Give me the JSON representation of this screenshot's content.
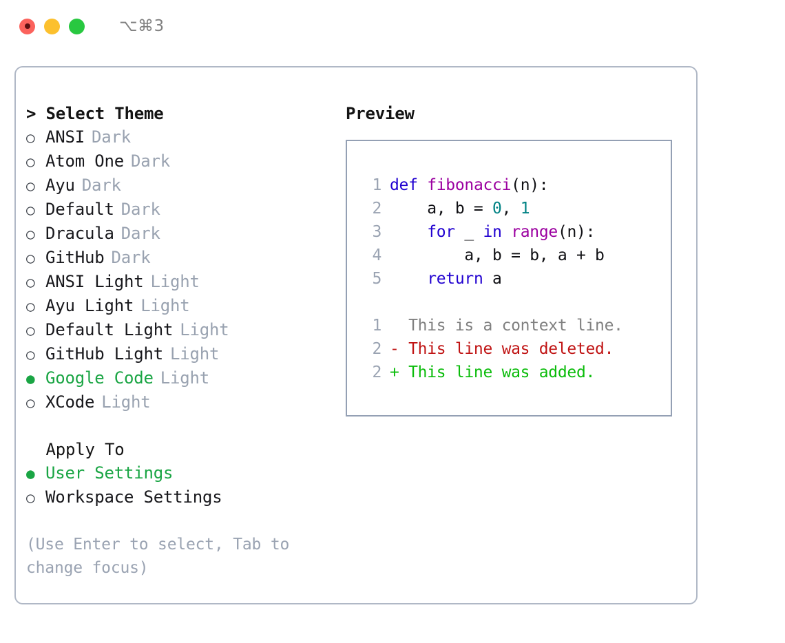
{
  "titlebar": {
    "buttons": [
      {
        "name": "close",
        "color": "#fb625c"
      },
      {
        "name": "minimize",
        "color": "#fcc02e"
      },
      {
        "name": "maximize",
        "color": "#28c840"
      }
    ],
    "shortcut": "⌥⌘3"
  },
  "theme_picker": {
    "header": "> Select Theme",
    "options": [
      {
        "bullet": "○",
        "label": "ANSI",
        "tag": "Dark",
        "selected": false
      },
      {
        "bullet": "○",
        "label": "Atom One",
        "tag": "Dark",
        "selected": false
      },
      {
        "bullet": "○",
        "label": "Ayu",
        "tag": "Dark",
        "selected": false
      },
      {
        "bullet": "○",
        "label": "Default",
        "tag": "Dark",
        "selected": false
      },
      {
        "bullet": "○",
        "label": "Dracula",
        "tag": "Dark",
        "selected": false
      },
      {
        "bullet": "○",
        "label": "GitHub",
        "tag": "Dark",
        "selected": false
      },
      {
        "bullet": "○",
        "label": "ANSI Light",
        "tag": "Light",
        "selected": false
      },
      {
        "bullet": "○",
        "label": "Ayu Light",
        "tag": "Light",
        "selected": false
      },
      {
        "bullet": "○",
        "label": "Default Light",
        "tag": "Light",
        "selected": false
      },
      {
        "bullet": "○",
        "label": "GitHub Light",
        "tag": "Light",
        "selected": false
      },
      {
        "bullet": "●",
        "label": "Google Code",
        "tag": "Light",
        "selected": true
      },
      {
        "bullet": "○",
        "label": "XCode",
        "tag": "Light",
        "selected": false
      }
    ]
  },
  "apply_to": {
    "header": "  Apply To",
    "options": [
      {
        "bullet": "●",
        "label": "User Settings",
        "selected": true
      },
      {
        "bullet": "○",
        "label": "Workspace Settings",
        "selected": false
      }
    ]
  },
  "hint": "(Use Enter to select, Tab to change focus)",
  "preview": {
    "title": "Preview",
    "code_lines": [
      {
        "num": "1",
        "tokens": [
          {
            "t": "def ",
            "c": "tok-kw"
          },
          {
            "t": "fibonacci",
            "c": "tok-fn"
          },
          {
            "t": "(n):",
            "c": "tok-txt"
          }
        ]
      },
      {
        "num": "2",
        "tokens": [
          {
            "t": "    a, b = ",
            "c": "tok-txt"
          },
          {
            "t": "0",
            "c": "tok-num"
          },
          {
            "t": ", ",
            "c": "tok-txt"
          },
          {
            "t": "1",
            "c": "tok-num"
          }
        ]
      },
      {
        "num": "3",
        "tokens": [
          {
            "t": "    ",
            "c": "tok-txt"
          },
          {
            "t": "for",
            "c": "tok-kw"
          },
          {
            "t": " _ ",
            "c": "tok-txt"
          },
          {
            "t": "in",
            "c": "tok-kw"
          },
          {
            "t": " ",
            "c": "tok-txt"
          },
          {
            "t": "range",
            "c": "tok-fn"
          },
          {
            "t": "(n):",
            "c": "tok-txt"
          }
        ]
      },
      {
        "num": "4",
        "tokens": [
          {
            "t": "        a, b = b, a + b",
            "c": "tok-txt"
          }
        ]
      },
      {
        "num": "5",
        "tokens": [
          {
            "t": "    ",
            "c": "tok-txt"
          },
          {
            "t": "return",
            "c": "tok-kw"
          },
          {
            "t": " a",
            "c": "tok-txt"
          }
        ]
      }
    ],
    "diff_lines": [
      {
        "num": "1",
        "tokens": [
          {
            "t": "  This is a context line.",
            "c": "tok-ctx"
          }
        ]
      },
      {
        "num": "2",
        "tokens": [
          {
            "t": "- This line was deleted.",
            "c": "tok-del"
          }
        ]
      },
      {
        "num": "2",
        "tokens": [
          {
            "t": "+ This line was added.",
            "c": "tok-add"
          }
        ]
      }
    ]
  },
  "colors": {
    "accent_green": "#1aa544",
    "keyword_blue": "#2000d0",
    "function_magenta": "#9b00a0",
    "number_teal": "#008284",
    "diff_deleted": "#c01414",
    "diff_added": "#0bbc0b",
    "muted_gray": "#99a2b0",
    "border": "#b0b8c6"
  }
}
